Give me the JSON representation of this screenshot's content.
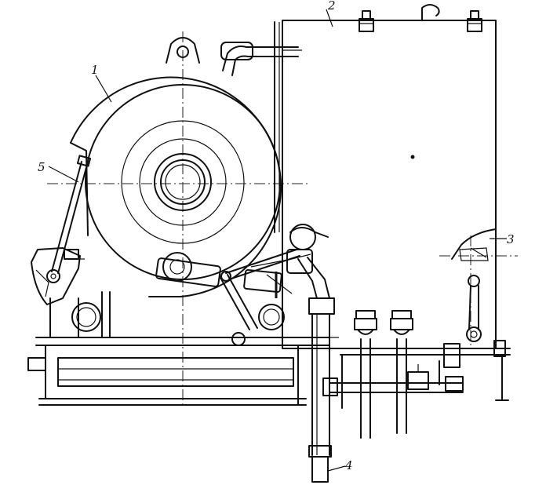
{
  "callouts": [
    {
      "label": "1"
    },
    {
      "label": "2"
    },
    {
      "label": "3"
    },
    {
      "label": "4"
    },
    {
      "label": "5"
    }
  ],
  "colors": {
    "ink": "#111111",
    "paper": "#ffffff"
  }
}
